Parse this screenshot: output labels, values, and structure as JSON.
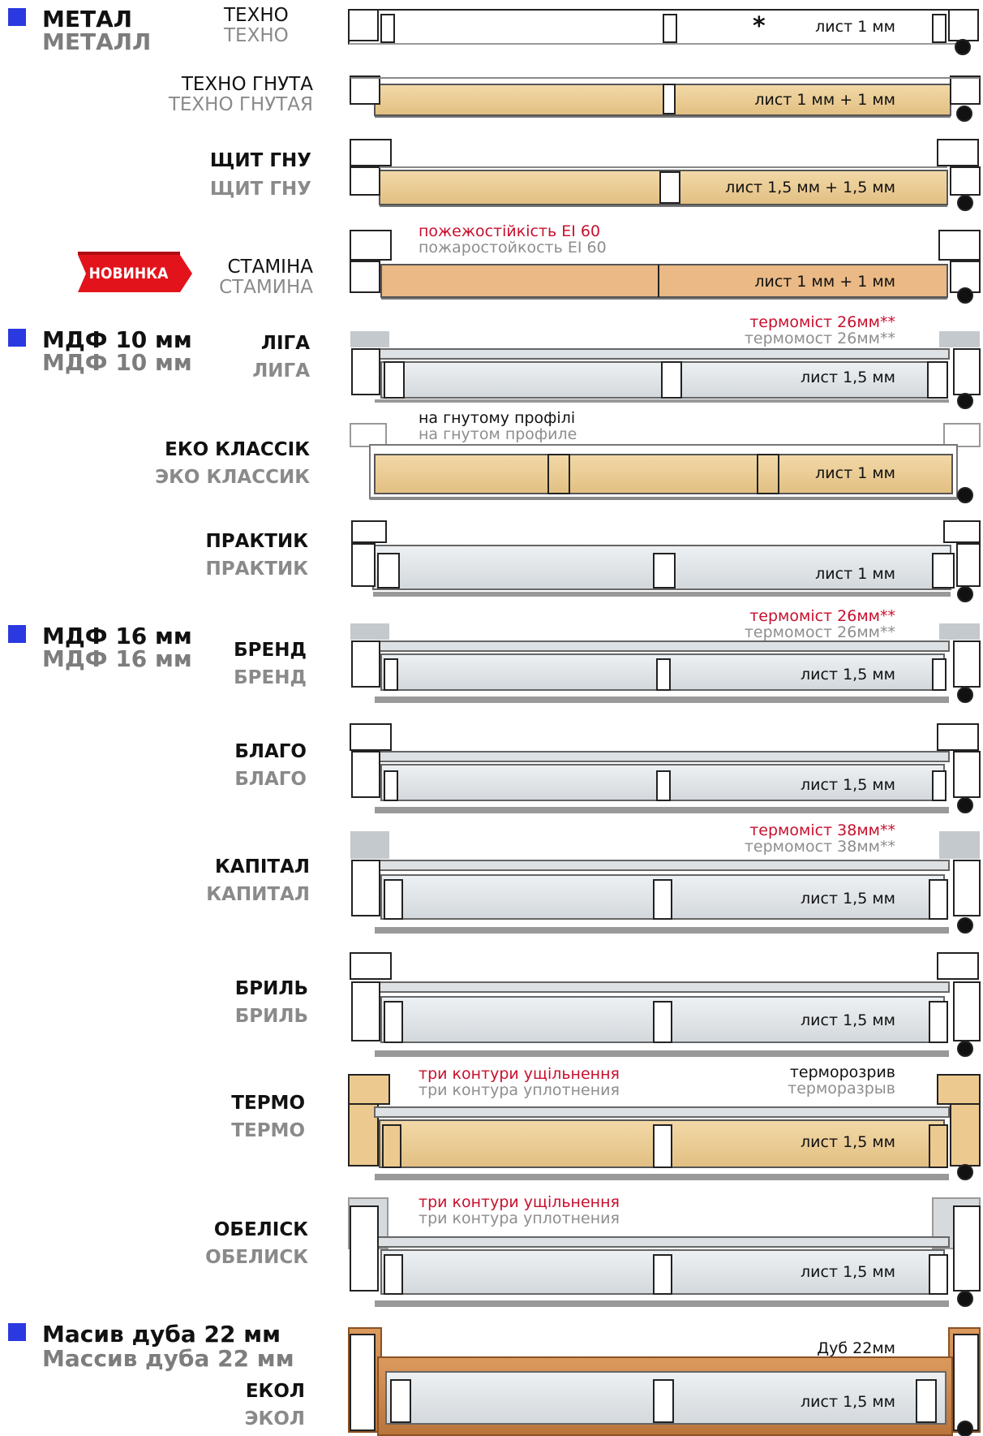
{
  "categories": [
    {
      "key": "metal",
      "name_ua": "МЕТАЛ",
      "name_ru": "МЕТАЛЛ"
    },
    {
      "key": "mdf10",
      "name_ua": "МДФ 10 мм",
      "name_ru": "МДФ 10 мм"
    },
    {
      "key": "mdf16",
      "name_ua": "МДФ 16 мм",
      "name_ru": "МДФ 16 мм"
    },
    {
      "key": "oak",
      "name_ua": "Масив дуба 22 мм",
      "name_ru": "Массив дуба 22 мм"
    }
  ],
  "badge": {
    "label": "НОВИНКА",
    "color": "#e3131b"
  },
  "colors": {
    "category_square": "#2a39e0",
    "accent_red": "#c8102e",
    "wood_fill": "#e8c890",
    "oak_fill": "#cf8a4f",
    "mdf_fill": "#d9dde0"
  },
  "models": [
    {
      "key": "techno",
      "name_ua": "ТЕХНО",
      "name_ru": "ТЕХНО",
      "sheet": "лист  1 мм",
      "mark": "*"
    },
    {
      "key": "techno-gnuta",
      "name_ua": "ТЕХНО   ГНУТА",
      "name_ru": "ТЕХНО   ГНУТАЯ",
      "sheet": "лист  1 мм + 1 мм"
    },
    {
      "key": "shchyt",
      "name_ua": "ЩИТ ГНУ",
      "name_ru": "ЩИТ ГНУ",
      "sheet": "лист  1,5 мм + 1,5 мм"
    },
    {
      "key": "stamina",
      "name_ua": "СТАМІНА",
      "name_ru": "СТАМИНА",
      "sheet": "лист  1 мм + 1 мм",
      "note_ua": "пожежостійкість EI 60",
      "note_ru": "пожаростойкость EI 60"
    },
    {
      "key": "liga",
      "name_ua": "ЛІГА",
      "name_ru": "ЛИГА",
      "sheet": "лист  1,5 мм",
      "note_ua": "термоміст 26мм**",
      "note_ru": "термомост 26мм**"
    },
    {
      "key": "eko",
      "name_ua": "ЕКО КЛАССІК",
      "name_ru": "ЭКО КЛАССИК",
      "sheet": "лист  1 мм",
      "note_ua": "на гнутому профілі",
      "note_ru": "на гнутом профиле"
    },
    {
      "key": "praktyk",
      "name_ua": "ПРАКТИК",
      "name_ru": "ПРАКТИК",
      "sheet": "лист  1 мм"
    },
    {
      "key": "brend",
      "name_ua": "БРЕНД",
      "name_ru": "БРЕНД",
      "sheet": "лист  1,5 мм",
      "note_ua": "термоміст 26мм**",
      "note_ru": "термомост 26мм**"
    },
    {
      "key": "blago",
      "name_ua": "БЛАГО",
      "name_ru": "БЛАГО",
      "sheet": "лист  1,5 мм"
    },
    {
      "key": "kapital",
      "name_ua": "КАПІТАЛ",
      "name_ru": "КАПИТАЛ",
      "sheet": "лист  1,5 мм",
      "note_ua": "термоміст 38мм**",
      "note_ru": "термомост 38мм**"
    },
    {
      "key": "bryl",
      "name_ua": "БРИЛЬ",
      "name_ru": "БРИЛЬ",
      "sheet": "лист  1,5 мм"
    },
    {
      "key": "termo",
      "name_ua": "ТЕРМО",
      "name_ru": "ТЕРМО",
      "sheet": "лист  1,5 мм",
      "note_ua": "три контури ущільнення",
      "note_ru": "три контура уплотнения",
      "note2_ua": "терморозрив",
      "note2_ru": "терморазрыв"
    },
    {
      "key": "obelisk",
      "name_ua": "ОБЕЛІСК",
      "name_ru": "ОБЕЛИСК",
      "sheet": "лист  1,5 мм",
      "note_ua": "три контури ущільнення",
      "note_ru": "три контура уплотнения"
    },
    {
      "key": "ekol",
      "name_ua": "ЕКОЛ",
      "name_ru": "ЭКОЛ",
      "sheet": "лист  1,5 мм",
      "note_ua": "Дуб 22мм"
    }
  ]
}
